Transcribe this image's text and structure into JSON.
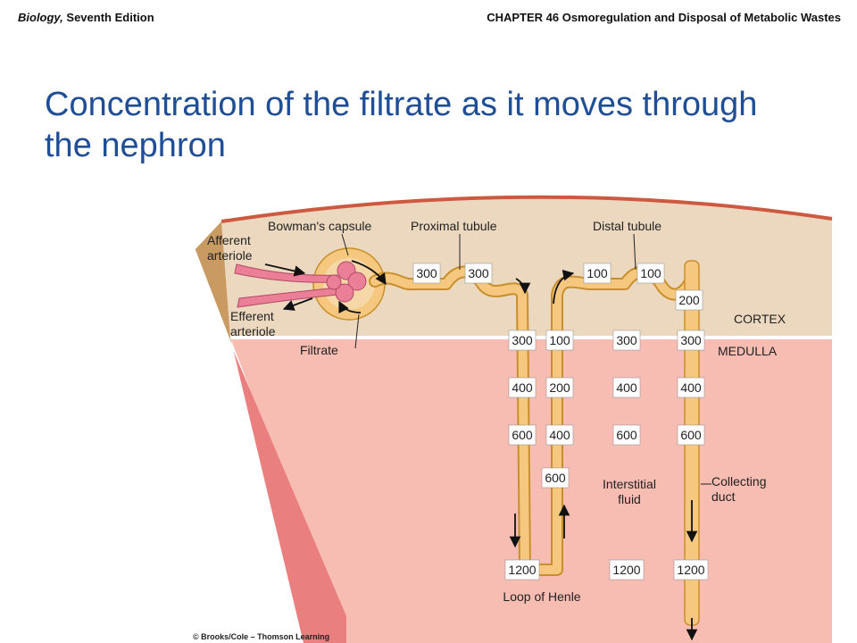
{
  "header": {
    "book": "Biology,",
    "edition": " Seventh Edition",
    "chapter": "CHAPTER 46 Osmoregulation and Disposal of Metabolic Wastes"
  },
  "title": "Concentration of the filtrate as it moves through the nephron",
  "labels": {
    "bowmans_capsule": "Bowman's capsule",
    "proximal_tubule": "Proximal tubule",
    "distal_tubule": "Distal tubule",
    "afferent_1": "Afferent",
    "afferent_2": "arteriole",
    "efferent_1": "Efferent",
    "efferent_2": "arteriole",
    "filtrate": "Filtrate",
    "cortex": "CORTEX",
    "medulla": "MEDULLA",
    "interstitial_1": "Interstitial",
    "interstitial_2": "fluid",
    "collecting_1": "Collecting",
    "collecting_2": "duct",
    "loop_of_henle": "Loop of Henle"
  },
  "values": {
    "proximal": [
      "300",
      "300"
    ],
    "distal": [
      "100",
      "100"
    ],
    "collecting_cortex": "200",
    "descending": [
      "300",
      "400",
      "600",
      "1200"
    ],
    "ascending": [
      "100",
      "200",
      "400",
      "600"
    ],
    "interstitial": [
      "300",
      "400",
      "600",
      "1200"
    ],
    "collecting": [
      "300",
      "400",
      "600",
      "1200"
    ]
  },
  "colors": {
    "title": "#1f4e96",
    "cortex": "#ecd8bf",
    "medulla": "#f7bcb2",
    "tubule": "#f6c77e",
    "tubule_outline": "#c8902c",
    "vessel": "#ea7f97"
  },
  "credit": "© Brooks/Cole – Thomson Learning"
}
